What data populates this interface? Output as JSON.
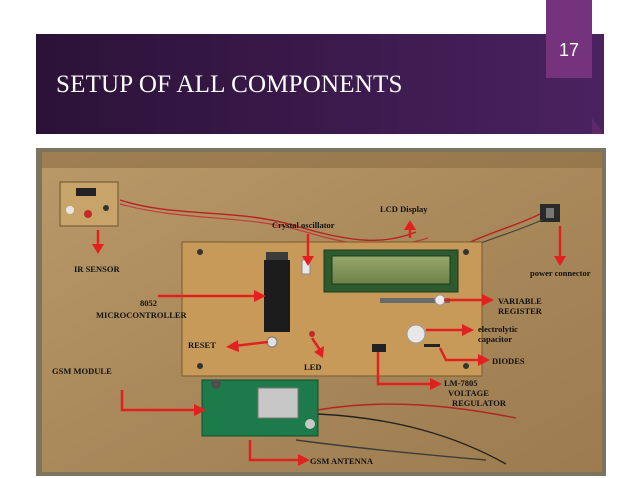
{
  "slide": {
    "number": "17",
    "title": "SETUP OF ALL COMPONENTS"
  },
  "labels": {
    "ir_sensor": "IR SENSOR",
    "crystal": "Crystal oscillator",
    "lcd": "LCD Display",
    "power": "power connector",
    "mcu_1": "8052",
    "mcu_2": "MICROCONTROLLER",
    "variable_1": "VARIABLE",
    "variable_2": "REGISTER",
    "cap_1": "electrolytic",
    "cap_2": "capacitor",
    "reset": "RESET",
    "led": "LED",
    "diodes": "DIODES",
    "gsm_module": "GSM MODULE",
    "reg_1": "LM-7805",
    "reg_2": "VOLTAGE",
    "reg_3": "REGULATOR",
    "gsm_antenna": "GSM ANTENNA"
  },
  "colors": {
    "title_band": "#3c1a4d",
    "number_tab": "#74337c",
    "arrow": "#e22020",
    "board": "#b08a4e"
  }
}
